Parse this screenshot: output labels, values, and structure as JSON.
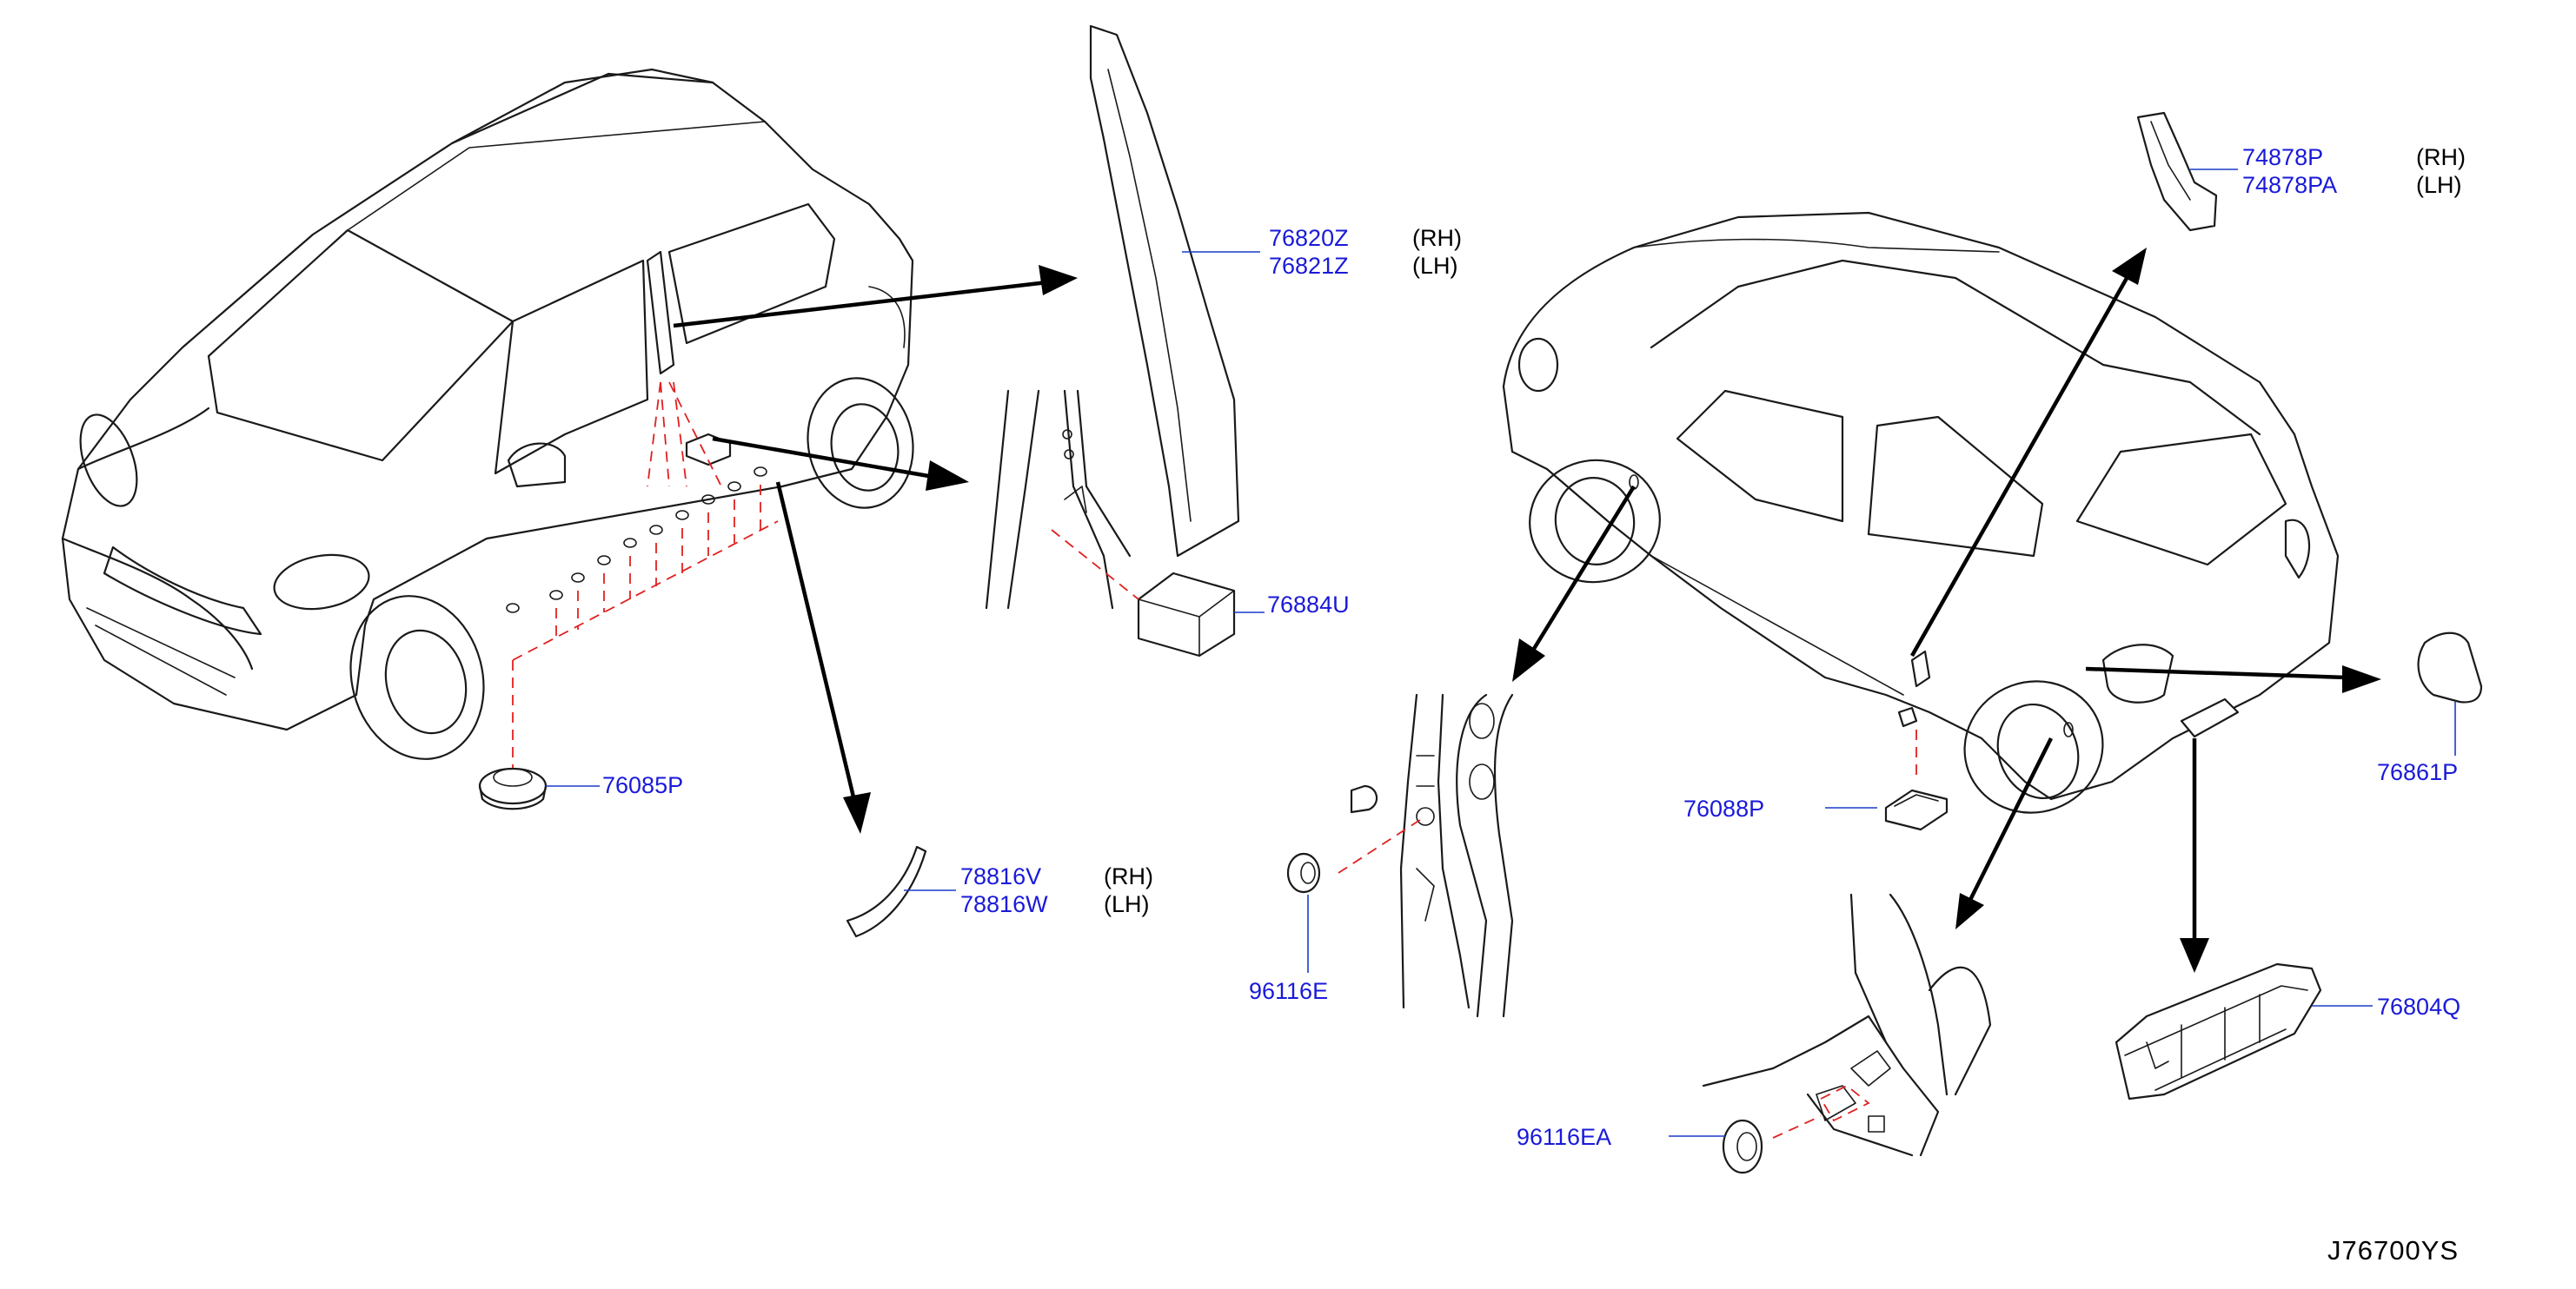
{
  "diagram": {
    "reference_code": "J76700YS",
    "callouts": [
      {
        "id": "c-76820Z",
        "part_no": "76820Z",
        "side": "(RH)"
      },
      {
        "id": "c-76821Z",
        "part_no": "76821Z",
        "side": "(LH)"
      },
      {
        "id": "c-76884U",
        "part_no": "76884U"
      },
      {
        "id": "c-76085P",
        "part_no": "76085P"
      },
      {
        "id": "c-78816V",
        "part_no": "78816V",
        "side": "(RH)"
      },
      {
        "id": "c-78816W",
        "part_no": "78816W",
        "side": "(LH)"
      },
      {
        "id": "c-74878P",
        "part_no": "74878P",
        "side": "(RH)"
      },
      {
        "id": "c-74878PA",
        "part_no": "74878PA",
        "side": "(LH)"
      },
      {
        "id": "c-76861P",
        "part_no": "76861P"
      },
      {
        "id": "c-76088P",
        "part_no": "76088P"
      },
      {
        "id": "c-96116E",
        "part_no": "96116E"
      },
      {
        "id": "c-76804Q",
        "part_no": "76804Q"
      },
      {
        "id": "c-96116EA",
        "part_no": "96116EA"
      }
    ]
  },
  "colors": {
    "part_number_text": "#1a1ad8",
    "leader_line": "#1a3cc8",
    "hidden_line_dashes": "#e02020",
    "arrows": "#000000",
    "line_art": "#1a1a1a",
    "background": "#ffffff"
  }
}
